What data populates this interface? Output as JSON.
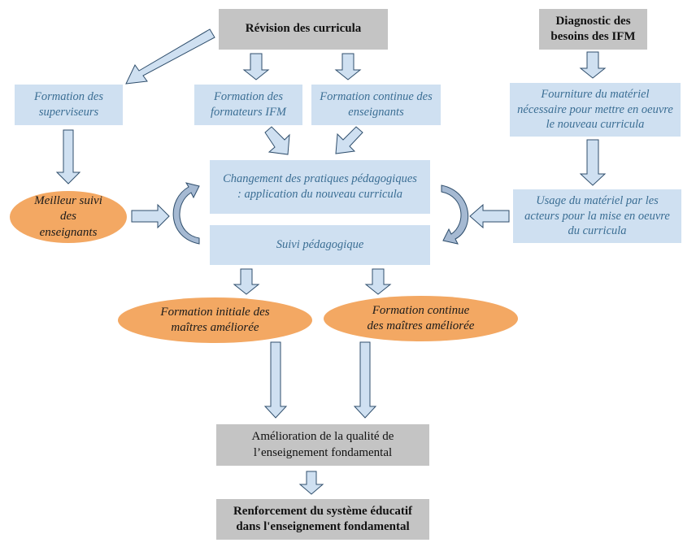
{
  "diagram": {
    "top": {
      "revision": "Révision des curricula",
      "diagnostic": "Diagnostic des besoins des IFM"
    },
    "trainings": {
      "superviseurs": "Formation des superviseurs",
      "formateurs_ifm": "Formation des formateurs IFM",
      "continue_enseignants": "Formation continue des enseignants"
    },
    "materiel": {
      "fourniture": "Fourniture du matériel nécessaire pour mettre en oeuvre le nouveau curricula",
      "usage": "Usage du matériel par les acteurs pour la mise en oeuvre du curricula"
    },
    "center": {
      "changement": "Changement des pratiques pédagogiques : application du nouveau curricula",
      "suivi": "Suivi pédagogique"
    },
    "outcomes": {
      "meilleur_suivi": "Meilleur suivi des enseignants",
      "formation_initiale": "Formation initiale des maîtres améliorée",
      "formation_continue": "Formation continue des maîtres améliorée"
    },
    "results": {
      "amelioration": "Amélioration de la qualité de l’enseignement fondamental",
      "renforcement": "Renforcement du système éducatif dans l'enseignement fondamental"
    },
    "colors": {
      "grey_box": "#c4c4c4",
      "blue_box": "#cfe0f1",
      "blue_text": "#3b6e94",
      "orange_ellipse": "#f3a863",
      "arrow_outline": "#2f4e6c"
    }
  }
}
